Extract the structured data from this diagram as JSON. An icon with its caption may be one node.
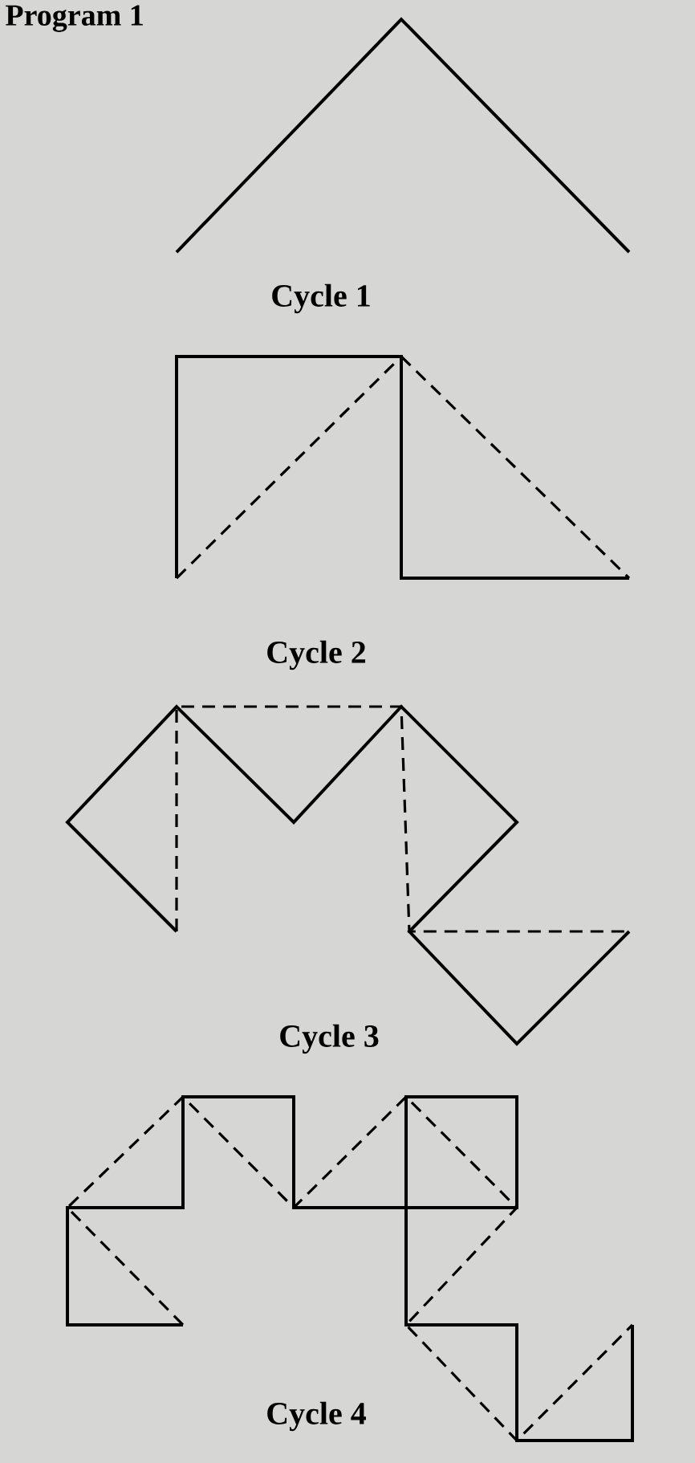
{
  "diagram": {
    "title": "Program 1",
    "labels": [
      "Cycle 1",
      "Cycle 2",
      "Cycle 3",
      "Cycle 4"
    ]
  }
}
